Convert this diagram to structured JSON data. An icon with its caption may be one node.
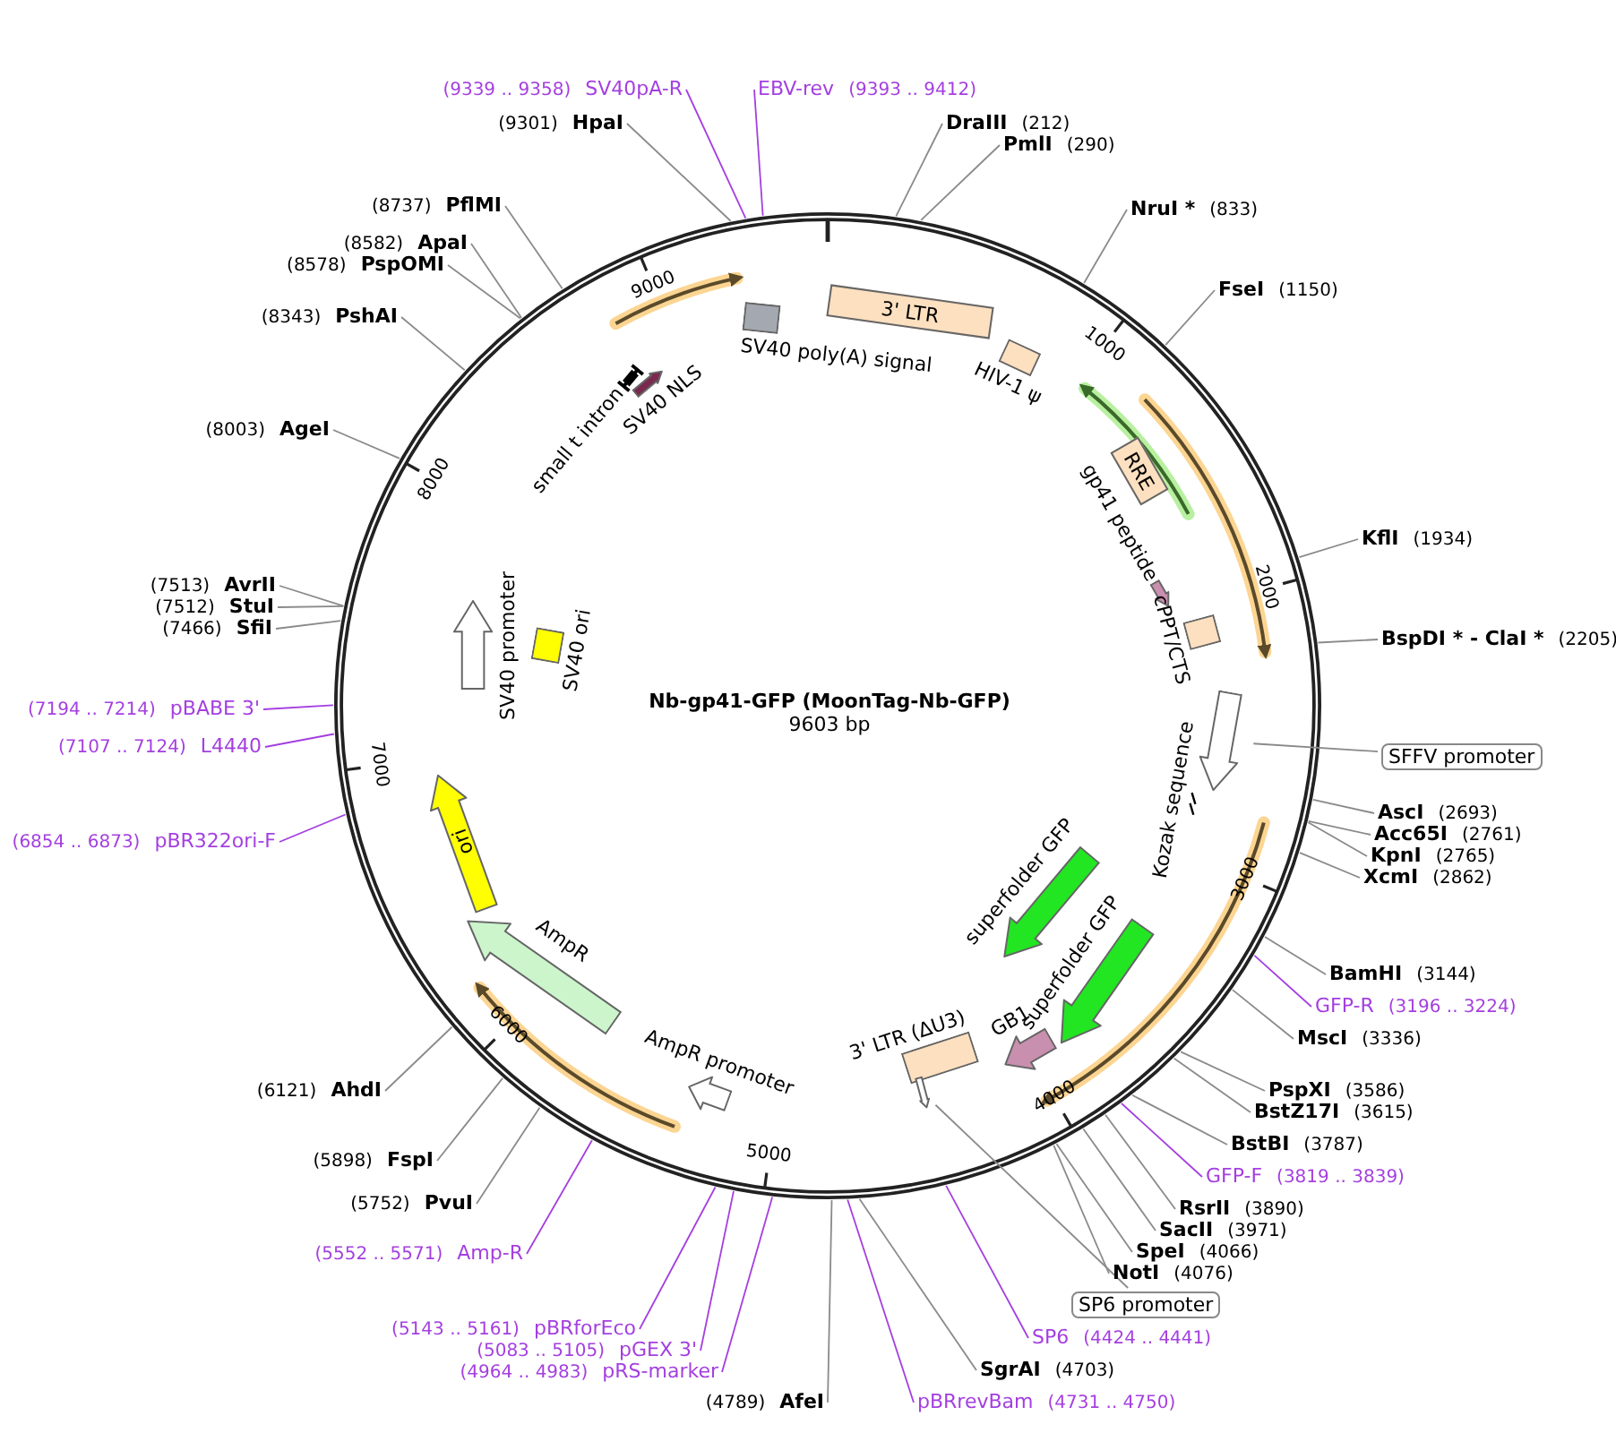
{
  "diagram": {
    "title": "Nb-gp41-GFP (MoonTag-Nb-GFP)",
    "nodes": [
      {
        "text": [
          "EBV-rev",
          "(9393 .. 9412)"
        ]
      },
      {
        "text": [
          "DraIII",
          "(212)"
        ]
      },
      {
        "text": [
          "PmlI",
          "(290)"
        ]
      },
      {
        "text": [
          "NruI *",
          "(833)"
        ]
      },
      {
        "text": [
          "FseI",
          "(1150)"
        ]
      },
      {
        "text": [
          "KflI",
          "(1934)"
        ]
      },
      {
        "text": [
          "BspDI * - ClaI *",
          "(2205)"
        ]
      },
      {
        "text": [
          "SFFV promoter"
        ]
      },
      {
        "text": [
          "AscI",
          "(2693)"
        ]
      },
      {
        "text": [
          "Acc65I",
          "(2761)"
        ]
      },
      {
        "text": [
          "KpnI",
          "(2765)"
        ]
      },
      {
        "text": [
          "XcmI",
          "(2862)"
        ]
      },
      {
        "text": [
          "BamHI",
          "(3144)"
        ]
      },
      {
        "text": [
          "GFP-R",
          "(3196 .. 3224)"
        ]
      },
      {
        "text": [
          "MscI",
          "(3336)"
        ]
      },
      {
        "text": [
          "PspXI",
          "(3586)"
        ]
      },
      {
        "text": [
          "BstZ17I",
          "(3615)"
        ]
      },
      {
        "text": [
          "BstBI",
          "(3787)"
        ]
      },
      {
        "text": [
          "GFP-F",
          "(3819 .. 3839)"
        ]
      },
      {
        "text": [
          "RsrII",
          "(3890)"
        ]
      },
      {
        "text": [
          "SacII",
          "(3971)"
        ]
      },
      {
        "text": [
          "SpeI",
          "(4066)"
        ]
      },
      {
        "text": [
          "NotI",
          "(4076)"
        ]
      },
      {
        "text": [
          "SP6 promoter"
        ]
      },
      {
        "text": [
          "SP6",
          "(4424 .. 4441)"
        ]
      },
      {
        "text": [
          "SgrAI",
          "(4703)"
        ]
      },
      {
        "text": [
          "pBRrevBam",
          "(4731 .. 4750)"
        ]
      },
      {
        "text": [
          "(4789)",
          "AfeI"
        ]
      },
      {
        "text": [
          "(4964 .. 4983)",
          "pRS-marker"
        ]
      },
      {
        "text": [
          "(5083 .. 5105)",
          "pGEX 3'"
        ]
      },
      {
        "text": [
          "(5143 .. 5161)",
          "pBRforEco"
        ]
      },
      {
        "text": [
          "(5552 .. 5571)",
          "Amp-R"
        ]
      },
      {
        "text": [
          "(5752)",
          "PvuI"
        ]
      },
      {
        "text": [
          "(5898)",
          "FspI"
        ]
      },
      {
        "text": [
          "(6121)",
          "AhdI"
        ]
      },
      {
        "text": [
          "(6854 .. 6873)",
          "pBR322ori-F"
        ]
      },
      {
        "text": [
          "(7107 .. 7124)",
          "L4440"
        ]
      },
      {
        "text": [
          "(7194 .. 7214)",
          "pBABE 3'"
        ]
      },
      {
        "text": [
          "(7466)",
          "SfiI"
        ]
      },
      {
        "text": [
          "(7512)",
          "StuI"
        ]
      },
      {
        "text": [
          "(7513)",
          "AvrII"
        ]
      },
      {
        "text": [
          "(8003)",
          "AgeI"
        ]
      },
      {
        "text": [
          "(8343)",
          "PshAI"
        ]
      },
      {
        "text": [
          "(8578)",
          "PspOMI"
        ]
      },
      {
        "text": [
          "(8582)",
          "ApaI"
        ]
      },
      {
        "text": [
          "(8737)",
          "PflMI"
        ]
      },
      {
        "text": [
          "(9301)",
          "HpaI"
        ]
      },
      {
        "text": [
          "(9339 .. 9358)",
          "SV40pA-R"
        ]
      },
      {
        "text": [
          "3' LTR"
        ]
      },
      {
        "text": [
          "HIV-1 ψ"
        ]
      },
      {
        "text": [
          "SV40 poly(A) signal"
        ]
      },
      {
        "text": [
          "SV40 NLS"
        ]
      },
      {
        "text": [
          "small t intron"
        ]
      },
      {
        "text": [
          "RRE"
        ]
      },
      {
        "text": [
          "gp41 peptide"
        ]
      },
      {
        "text": [
          "cPPT/CTS"
        ]
      },
      {
        "text": [],
        "shape": "arrow"
      },
      {
        "text": [
          "Kozak sequence"
        ]
      },
      {
        "text": [
          "superfolder GFP"
        ]
      },
      {
        "text": [
          "superfolder GFP"
        ]
      },
      {
        "text": [
          "GB1"
        ]
      },
      {
        "text": [
          "3' LTR (ΔU3)"
        ]
      },
      {
        "text": [
          "AmpR promoter"
        ]
      },
      {
        "text": [
          "AmpR"
        ]
      },
      {
        "text": [
          "ori"
        ]
      },
      {
        "text": [
          "SV40 promoter"
        ]
      },
      {
        "text": [
          "SV40 ori"
        ]
      },
      {
        "text": [],
        "shape": "arrow"
      }
    ],
    "edges": [
      {
        "from": 0,
        "to": null,
        "arrow": "none",
        "color": "#a43fe0"
      },
      {
        "from": 1,
        "to": null,
        "arrow": "none"
      },
      {
        "from": 2,
        "to": null,
        "arrow": "none"
      },
      {
        "from": 3,
        "to": null,
        "arrow": "none"
      },
      {
        "from": 4,
        "to": null,
        "arrow": "none"
      },
      {
        "from": 5,
        "to": null,
        "arrow": "none"
      },
      {
        "from": 6,
        "to": null,
        "arrow": "none"
      },
      {
        "from": 7,
        "to": 56,
        "arrow": "none"
      },
      {
        "from": 8,
        "to": null,
        "arrow": "none"
      },
      {
        "from": 9,
        "to": null,
        "arrow": "none"
      },
      {
        "from": 10,
        "to": null,
        "arrow": "none"
      },
      {
        "from": 11,
        "to": null,
        "arrow": "none"
      },
      {
        "from": 12,
        "to": null,
        "arrow": "none"
      },
      {
        "from": 13,
        "to": null,
        "arrow": "none",
        "color": "#a43fe0"
      },
      {
        "from": 14,
        "to": null,
        "arrow": "none"
      },
      {
        "from": 15,
        "to": null,
        "arrow": "none"
      },
      {
        "from": 16,
        "to": null,
        "arrow": "none"
      },
      {
        "from": 17,
        "to": null,
        "arrow": "none"
      },
      {
        "from": 18,
        "to": null,
        "arrow": "none",
        "color": "#a43fe0"
      },
      {
        "from": 19,
        "to": null,
        "arrow": "none"
      },
      {
        "from": 20,
        "to": null,
        "arrow": "none"
      },
      {
        "from": 21,
        "to": null,
        "arrow": "none"
      },
      {
        "from": 22,
        "to": null,
        "arrow": "none"
      },
      {
        "from": 23,
        "to": 67,
        "arrow": "none"
      },
      {
        "from": 24,
        "to": null,
        "arrow": "none",
        "color": "#a43fe0"
      },
      {
        "from": 25,
        "to": null,
        "arrow": "none"
      },
      {
        "from": 26,
        "to": null,
        "arrow": "none",
        "color": "#a43fe0"
      },
      {
        "from": 27,
        "to": null,
        "arrow": "none"
      },
      {
        "from": 28,
        "to": null,
        "arrow": "none",
        "color": "#a43fe0"
      },
      {
        "from": 29,
        "to": null,
        "arrow": "none",
        "color": "#a43fe0"
      },
      {
        "from": 30,
        "to": null,
        "arrow": "none",
        "color": "#a43fe0"
      },
      {
        "from": 31,
        "to": null,
        "arrow": "none",
        "color": "#a43fe0"
      },
      {
        "from": 32,
        "to": null,
        "arrow": "none"
      },
      {
        "from": 33,
        "to": null,
        "arrow": "none"
      },
      {
        "from": 34,
        "to": null,
        "arrow": "none"
      },
      {
        "from": 35,
        "to": null,
        "arrow": "none",
        "color": "#a43fe0"
      },
      {
        "from": 36,
        "to": null,
        "arrow": "none",
        "color": "#a43fe0"
      },
      {
        "from": 37,
        "to": null,
        "arrow": "none",
        "color": "#a43fe0"
      },
      {
        "from": 38,
        "to": null,
        "arrow": "none"
      },
      {
        "from": 39,
        "to": null,
        "arrow": "none"
      },
      {
        "from": 40,
        "to": null,
        "arrow": "none"
      },
      {
        "from": 41,
        "to": null,
        "arrow": "none"
      },
      {
        "from": 42,
        "to": null,
        "arrow": "none"
      },
      {
        "from": 43,
        "to": null,
        "arrow": "none"
      },
      {
        "from": 44,
        "to": null,
        "arrow": "none"
      },
      {
        "from": 45,
        "to": null,
        "arrow": "none"
      },
      {
        "from": 46,
        "to": null,
        "arrow": "none"
      },
      {
        "from": 47,
        "to": null,
        "arrow": "none",
        "color": "#a43fe0"
      }
    ],
    "labels": [
      "9603 bp",
      "1000",
      "2000",
      "3000",
      "4000",
      "5000",
      "6000",
      "7000",
      "8000",
      "9000"
    ]
  }
}
